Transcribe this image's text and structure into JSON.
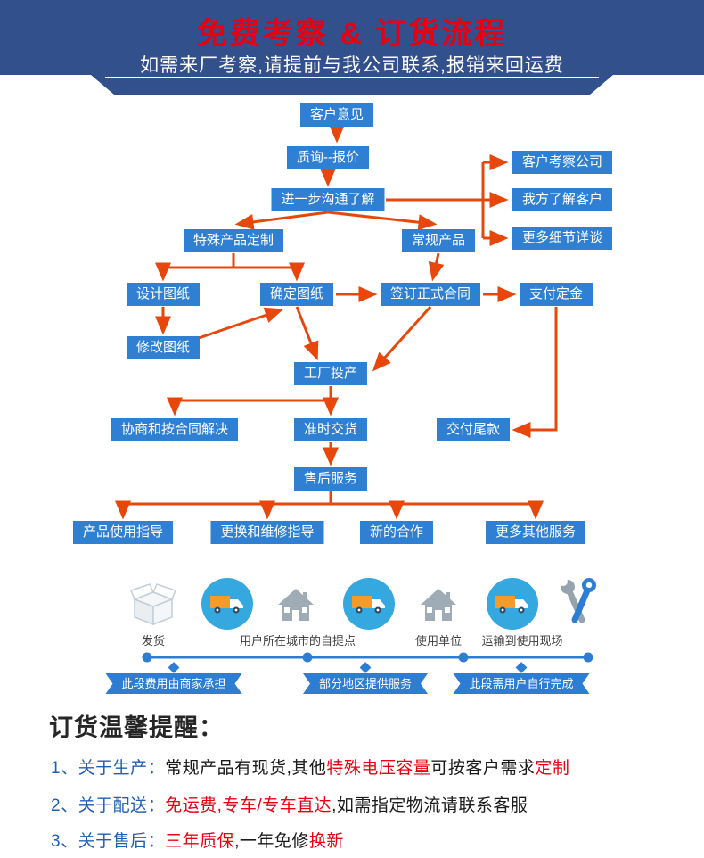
{
  "banner": {
    "title": "免费考察 & 订货流程",
    "subtitle": "如需来厂考察,请提前与我公司联系,报销来回运费"
  },
  "flow": {
    "nodes": [
      "客户意见",
      "质询--报价",
      "进一步沟通了解",
      "客户考察公司",
      "我方了解客户",
      "更多细节详谈",
      "特殊产品定制",
      "常规产品",
      "设计图纸",
      "确定图纸",
      "签订正式合同",
      "支付定金",
      "修改图纸",
      "工厂投产",
      "协商和按合同解决",
      "准时交货",
      "交付尾款",
      "售后服务",
      "产品使用指导",
      "更换和维修指导",
      "新的合作",
      "更多其他服务"
    ]
  },
  "logistics": {
    "labels": [
      "发货",
      "用户所在城市的自提点",
      "使用单位",
      "运输到使用现场"
    ],
    "ribbons": [
      "此段费用由商家承担",
      "部分地区提供服务",
      "此段需用户自行完成"
    ],
    "icons": [
      "package-icon",
      "delivery-truck-icon",
      "house-icon",
      "delivery-truck-icon",
      "house-icon",
      "delivery-truck-icon",
      "tools-icon"
    ]
  },
  "reminder": {
    "heading": "订货温馨提醒：",
    "line1": {
      "label": "1、关于生产：",
      "t1": "常规产品有现货,其他",
      "t2": "特殊电压容量",
      "t3": "可按客户需求",
      "t4": "定制"
    },
    "line2": {
      "label": "2、关于配送：",
      "t1": "免运费,专车/专车直达",
      "t2": ",如需指定物流请联系客服"
    },
    "line3": {
      "label": "3、关于售后：",
      "t1": "三年质保",
      "t2": ",一年免修",
      "t3": "换新"
    }
  },
  "colors": {
    "banner_bg": "#32508c",
    "banner_title_red": "#e60012",
    "node_blue": "#2f80d3",
    "arrow_orange": "#e8470b",
    "timeline_blue": "#2d7dd2",
    "reminder_label_blue": "#1e5fb6",
    "accent_red": "#e60012"
  }
}
